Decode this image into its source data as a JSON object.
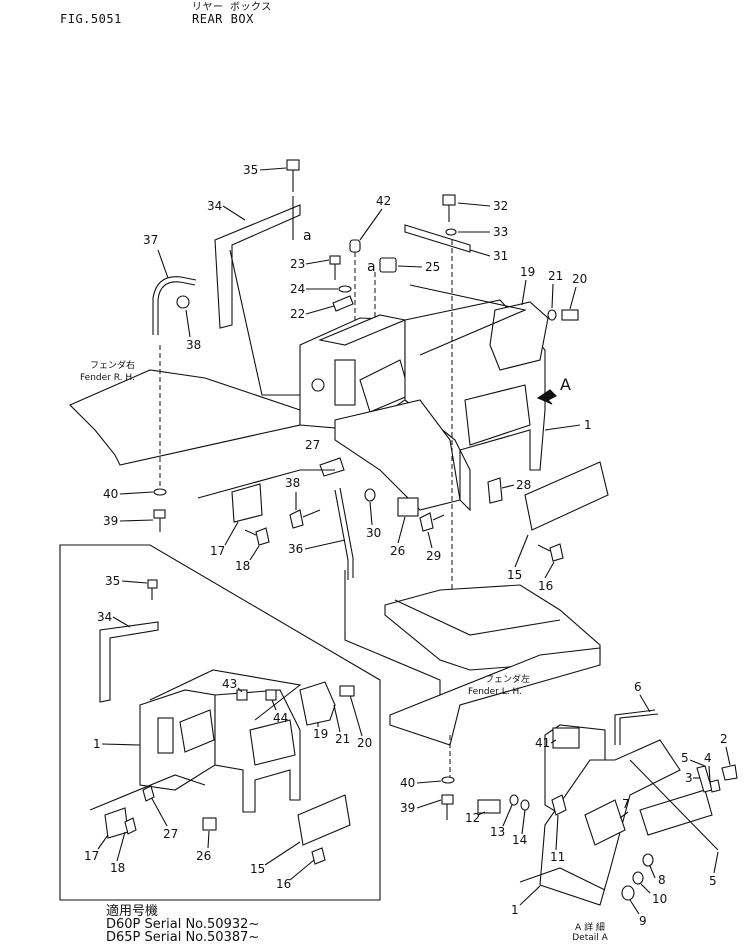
{
  "header": {
    "fig": "FIG.5051",
    "title_jp": "リヤー ボックス",
    "title_en": "REAR BOX"
  },
  "fender_rh": {
    "jp": "フェンダ右",
    "en": "Fender R. H."
  },
  "fender_lh": {
    "jp": "フェンダ左",
    "en": "Fender L. H."
  },
  "view_arrow": "A",
  "detail": {
    "jp": "A 詳 細",
    "en": "Detail A"
  },
  "applicability": {
    "jp": "適用号機",
    "rows": [
      "D60P  Serial  No.50932~",
      "D65P  Serial  No.50387~"
    ]
  },
  "main_parts": [
    "35",
    "34",
    "37",
    "38",
    "42",
    "23",
    "24",
    "22",
    "32",
    "33",
    "31",
    "25",
    "19",
    "21",
    "20",
    "27",
    "38",
    "40",
    "39",
    "17",
    "18",
    "36",
    "30",
    "26",
    "29",
    "28",
    "15",
    "16",
    "1"
  ],
  "inset_parts": [
    "35",
    "34",
    "1",
    "43",
    "44",
    "19",
    "21",
    "20",
    "17",
    "18",
    "27",
    "26",
    "15",
    "16"
  ],
  "detail_parts": [
    "6",
    "41",
    "5",
    "4",
    "2",
    "3",
    "7",
    "12",
    "13",
    "14",
    "11",
    "8",
    "10",
    "9",
    "5",
    "1",
    "40",
    "39"
  ]
}
